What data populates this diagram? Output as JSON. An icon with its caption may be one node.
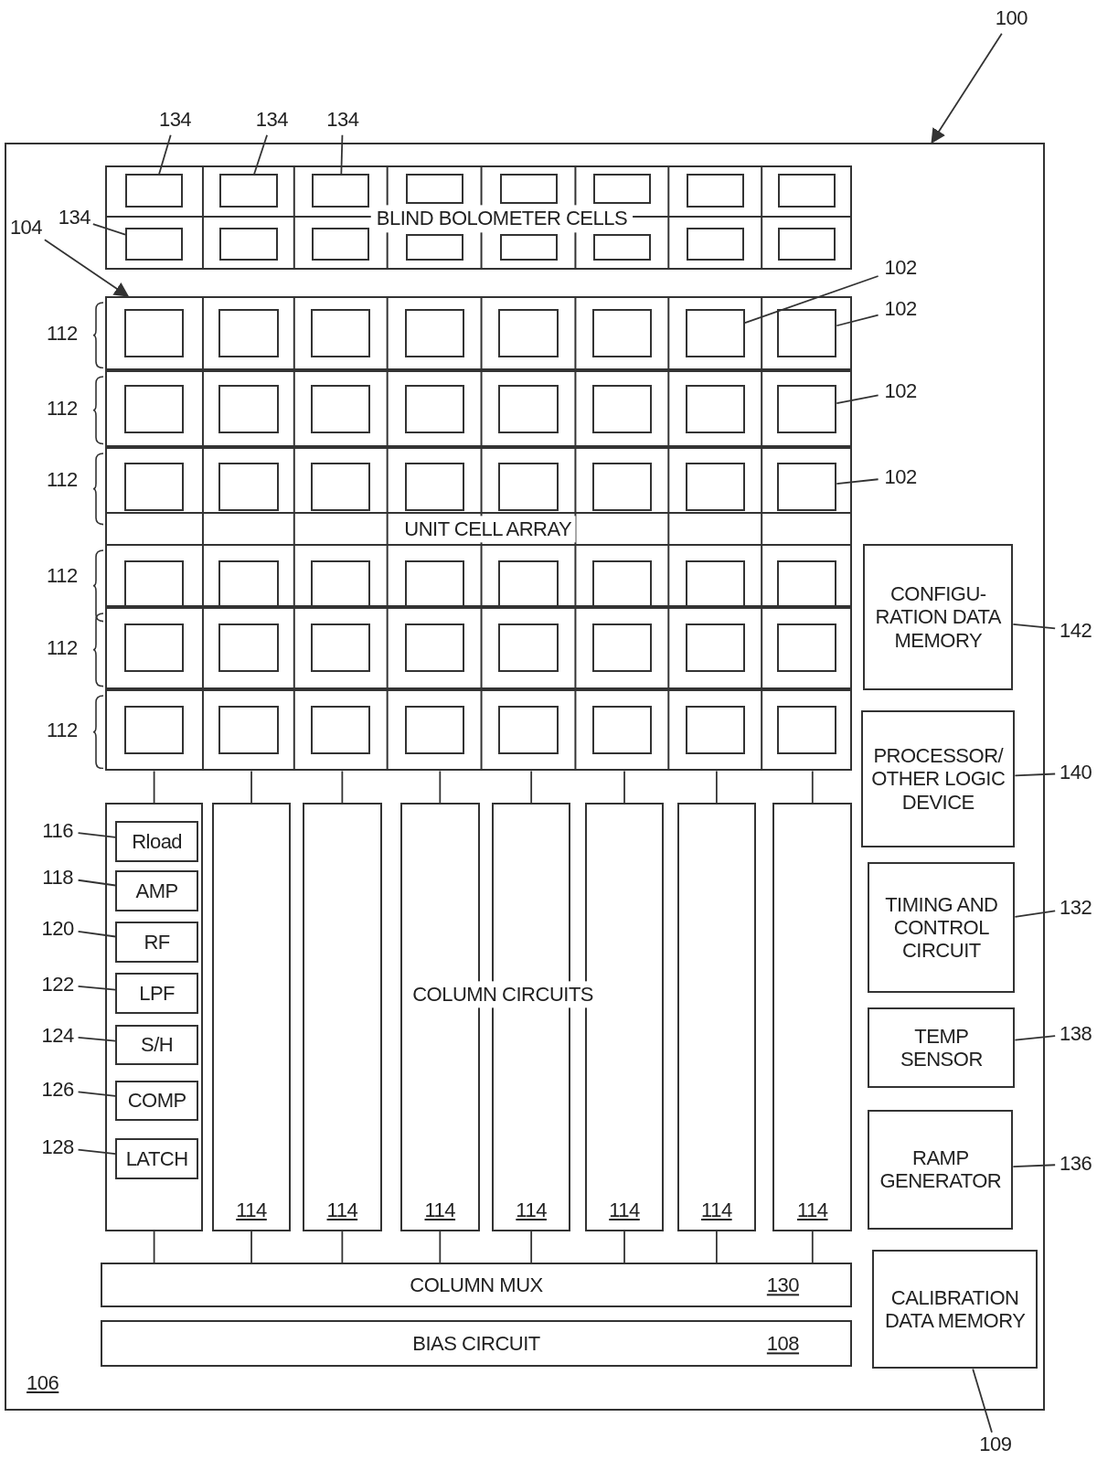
{
  "diagram": {
    "nodes": [
      {
        "text": [
          "106"
        ]
      },
      {
        "text": [
          "100"
        ]
      },
      {
        "text": [
          "BLIND BOLOMETER CELLS"
        ],
        "in": 0
      },
      {
        "text": [],
        "shape": "box",
        "in": 2
      },
      {
        "text": [],
        "shape": "box",
        "in": 2
      },
      {
        "text": [],
        "shape": "box",
        "in": 2
      },
      {
        "text": [],
        "shape": "box",
        "in": 2
      },
      {
        "text": [],
        "shape": "box",
        "in": 2
      },
      {
        "text": [],
        "shape": "box",
        "in": 2
      },
      {
        "text": [],
        "shape": "box",
        "in": 2
      },
      {
        "text": [],
        "shape": "box",
        "in": 2
      },
      {
        "text": [],
        "shape": "box",
        "in": 2
      },
      {
        "text": [],
        "shape": "box",
        "in": 2
      },
      {
        "text": [],
        "shape": "box",
        "in": 2
      },
      {
        "text": [],
        "shape": "box",
        "in": 2
      },
      {
        "text": [],
        "shape": "box",
        "in": 2
      },
      {
        "text": [],
        "shape": "box",
        "in": 2
      },
      {
        "text": [],
        "shape": "box",
        "in": 2
      },
      {
        "text": [],
        "shape": "box",
        "in": 2
      },
      {
        "text": [
          "UNIT CELL ARRAY"
        ],
        "in": 0
      },
      {
        "text": [],
        "shape": "box",
        "in": 19,
        "beside": [
          "112"
        ]
      },
      {
        "text": [],
        "shape": "box",
        "in": 19,
        "beside": [
          "112"
        ]
      },
      {
        "text": [],
        "shape": "box",
        "in": 19,
        "beside": [
          "112"
        ]
      },
      {
        "text": [],
        "shape": "box",
        "in": 19,
        "beside": [
          "112"
        ]
      },
      {
        "text": [],
        "shape": "box",
        "in": 19,
        "beside": [
          "112"
        ]
      },
      {
        "text": [],
        "shape": "box",
        "in": 19,
        "beside": [
          "112"
        ]
      },
      {
        "text": [],
        "shape": "box",
        "in": 20
      },
      {
        "text": [],
        "shape": "box",
        "in": 20
      },
      {
        "text": [],
        "shape": "box",
        "in": 20
      },
      {
        "text": [],
        "shape": "box",
        "in": 20
      },
      {
        "text": [],
        "shape": "box",
        "in": 20
      },
      {
        "text": [],
        "shape": "box",
        "in": 20
      },
      {
        "text": [],
        "shape": "box",
        "in": 20
      },
      {
        "text": [],
        "shape": "box",
        "in": 20
      },
      {
        "text": [],
        "shape": "box",
        "in": 21
      },
      {
        "text": [],
        "shape": "box",
        "in": 21
      },
      {
        "text": [],
        "shape": "box",
        "in": 21
      },
      {
        "text": [],
        "shape": "box",
        "in": 21
      },
      {
        "text": [],
        "shape": "box",
        "in": 21
      },
      {
        "text": [],
        "shape": "box",
        "in": 21
      },
      {
        "text": [],
        "shape": "box",
        "in": 21
      },
      {
        "text": [],
        "shape": "box",
        "in": 21
      },
      {
        "text": [],
        "shape": "box",
        "in": 22
      },
      {
        "text": [],
        "shape": "box",
        "in": 22
      },
      {
        "text": [],
        "shape": "box",
        "in": 22
      },
      {
        "text": [],
        "shape": "box",
        "in": 22
      },
      {
        "text": [],
        "shape": "box",
        "in": 22
      },
      {
        "text": [],
        "shape": "box",
        "in": 22
      },
      {
        "text": [],
        "shape": "box",
        "in": 22
      },
      {
        "text": [],
        "shape": "box",
        "in": 22
      },
      {
        "text": [],
        "shape": "box",
        "in": 23
      },
      {
        "text": [],
        "shape": "box",
        "in": 23
      },
      {
        "text": [],
        "shape": "box",
        "in": 23
      },
      {
        "text": [],
        "shape": "box",
        "in": 23
      },
      {
        "text": [],
        "shape": "box",
        "in": 23
      },
      {
        "text": [],
        "shape": "box",
        "in": 23
      },
      {
        "text": [],
        "shape": "box",
        "in": 23
      },
      {
        "text": [],
        "shape": "box",
        "in": 23
      },
      {
        "text": [],
        "shape": "box",
        "in": 24
      },
      {
        "text": [],
        "shape": "box",
        "in": 24
      },
      {
        "text": [],
        "shape": "box",
        "in": 24
      },
      {
        "text": [],
        "shape": "box",
        "in": 24
      },
      {
        "text": [],
        "shape": "box",
        "in": 24
      },
      {
        "text": [],
        "shape": "box",
        "in": 24
      },
      {
        "text": [],
        "shape": "box",
        "in": 24
      },
      {
        "text": [],
        "shape": "box",
        "in": 24
      },
      {
        "text": [],
        "shape": "box",
        "in": 25
      },
      {
        "text": [],
        "shape": "box",
        "in": 25
      },
      {
        "text": [],
        "shape": "box",
        "in": 25
      },
      {
        "text": [],
        "shape": "box",
        "in": 25
      },
      {
        "text": [],
        "shape": "box",
        "in": 25
      },
      {
        "text": [],
        "shape": "box",
        "in": 25
      },
      {
        "text": [],
        "shape": "box",
        "in": 25
      },
      {
        "text": [],
        "shape": "box",
        "in": 25
      },
      {
        "text": [],
        "shape": "box",
        "in": 0
      },
      {
        "text": [
          "114"
        ],
        "in": 0
      },
      {
        "text": [
          "114"
        ],
        "in": 0
      },
      {
        "text": [
          "114"
        ],
        "in": 0
      },
      {
        "text": [
          "114"
        ],
        "in": 0
      },
      {
        "text": [
          "114"
        ],
        "in": 0
      },
      {
        "text": [
          "114"
        ],
        "in": 0
      },
      {
        "text": [
          "114"
        ],
        "in": 0
      },
      {
        "text": [
          "Rload"
        ],
        "in": 74
      },
      {
        "text": [
          "AMP"
        ],
        "in": 74
      },
      {
        "text": [
          "RF"
        ],
        "in": 74
      },
      {
        "text": [
          "LPF"
        ],
        "in": 74
      },
      {
        "text": [
          "S/H"
        ],
        "in": 74
      },
      {
        "text": [
          "COMP"
        ],
        "in": 74
      },
      {
        "text": [
          "LATCH"
        ],
        "in": 74
      },
      {
        "text": [
          "COLUMN MUX",
          "130"
        ],
        "in": 0
      },
      {
        "text": [
          "BIAS CIRCUIT",
          "108"
        ],
        "in": 0
      },
      {
        "text": [
          "CONFIGU- RATION DATA MEMORY"
        ],
        "in": 0
      },
      {
        "text": [
          "PROCESSOR/ OTHER LOGIC DEVICE"
        ],
        "in": 0
      },
      {
        "text": [
          "TIMING AND CONTROL CIRCUIT"
        ],
        "in": 0
      },
      {
        "text": [
          "TEMP SENSOR"
        ],
        "in": 0
      },
      {
        "text": [
          "RAMP GENERATOR"
        ],
        "in": 0
      },
      {
        "text": [
          "CALIBRATION DATA MEMORY"
        ],
        "in": 0
      },
      {
        "text": [
          "104"
        ],
        "in": 0
      },
      {
        "text": [
          "134"
        ]
      },
      {
        "text": [
          "134"
        ]
      },
      {
        "text": [
          "134"
        ]
      },
      {
        "text": [
          "134"
        ],
        "in": 0
      },
      {
        "text": [
          "102"
        ],
        "in": 0
      },
      {
        "text": [
          "102"
        ],
        "in": 0
      },
      {
        "text": [
          "102"
        ],
        "in": 0
      },
      {
        "text": [
          "102"
        ],
        "in": 0
      },
      {
        "text": [
          "116"
        ],
        "in": 0
      },
      {
        "text": [
          "118"
        ],
        "in": 0
      },
      {
        "text": [
          "120"
        ],
        "in": 0
      },
      {
        "text": [
          "122"
        ],
        "in": 0
      },
      {
        "text": [
          "124"
        ],
        "in": 0
      },
      {
        "text": [
          "126"
        ],
        "in": 0
      },
      {
        "text": [
          "128"
        ],
        "in": 0
      },
      {
        "text": [
          "142"
        ]
      },
      {
        "text": [
          "140"
        ]
      },
      {
        "text": [
          "132"
        ]
      },
      {
        "text": [
          "138"
        ]
      },
      {
        "text": [
          "136"
        ]
      },
      {
        "text": [
          "109"
        ]
      }
    ],
    "edges": [
      {
        "from": 1,
        "to": 0,
        "arrow": "to"
      },
      {
        "from": 97,
        "to": 19,
        "arrow": "to"
      },
      {
        "from": 98,
        "to": 3,
        "arrow": "none"
      },
      {
        "from": 99,
        "to": 4,
        "arrow": "none"
      },
      {
        "from": 100,
        "to": 5,
        "arrow": "none"
      },
      {
        "from": 101,
        "to": 11,
        "arrow": "none"
      },
      {
        "from": 102,
        "to": 32,
        "arrow": "none"
      },
      {
        "from": 103,
        "to": 33,
        "arrow": "none"
      },
      {
        "from": 104,
        "to": 41,
        "arrow": "none"
      },
      {
        "from": 105,
        "to": 49,
        "arrow": "none"
      },
      {
        "from": 106,
        "to": 82,
        "arrow": "none"
      },
      {
        "from": 107,
        "to": 83,
        "arrow": "none"
      },
      {
        "from": 108,
        "to": 84,
        "arrow": "none"
      },
      {
        "from": 109,
        "to": 85,
        "arrow": "none"
      },
      {
        "from": 110,
        "to": 86,
        "arrow": "none"
      },
      {
        "from": 111,
        "to": 87,
        "arrow": "none"
      },
      {
        "from": 112,
        "to": 88,
        "arrow": "none"
      },
      {
        "from": 113,
        "to": 91,
        "arrow": "none"
      },
      {
        "from": 114,
        "to": 92,
        "arrow": "none"
      },
      {
        "from": 115,
        "to": 93,
        "arrow": "none"
      },
      {
        "from": 116,
        "to": 94,
        "arrow": "none"
      },
      {
        "from": 117,
        "to": 95,
        "arrow": "none"
      },
      {
        "from": 118,
        "to": 96,
        "arrow": "none"
      },
      {
        "from": 19,
        "to": 74,
        "arrow": "none"
      },
      {
        "from": 19,
        "to": 75,
        "arrow": "none"
      },
      {
        "from": 19,
        "to": 76,
        "arrow": "none"
      },
      {
        "from": 19,
        "to": 77,
        "arrow": "none"
      },
      {
        "from": 19,
        "to": 78,
        "arrow": "none"
      },
      {
        "from": 19,
        "to": 79,
        "arrow": "none"
      },
      {
        "from": 19,
        "to": 80,
        "arrow": "none"
      },
      {
        "from": 19,
        "to": 81,
        "arrow": "none"
      },
      {
        "from": 74,
        "to": 89,
        "arrow": "none"
      },
      {
        "from": 75,
        "to": 89,
        "arrow": "none"
      },
      {
        "from": 76,
        "to": 89,
        "arrow": "none"
      },
      {
        "from": 77,
        "to": 89,
        "arrow": "none"
      },
      {
        "from": 78,
        "to": 89,
        "arrow": "none"
      },
      {
        "from": 79,
        "to": 89,
        "arrow": "none"
      },
      {
        "from": 80,
        "to": 89,
        "arrow": "none"
      },
      {
        "from": 81,
        "to": 89,
        "arrow": "none"
      }
    ],
    "labels": [
      "COLUMN CIRCUITS"
    ]
  }
}
